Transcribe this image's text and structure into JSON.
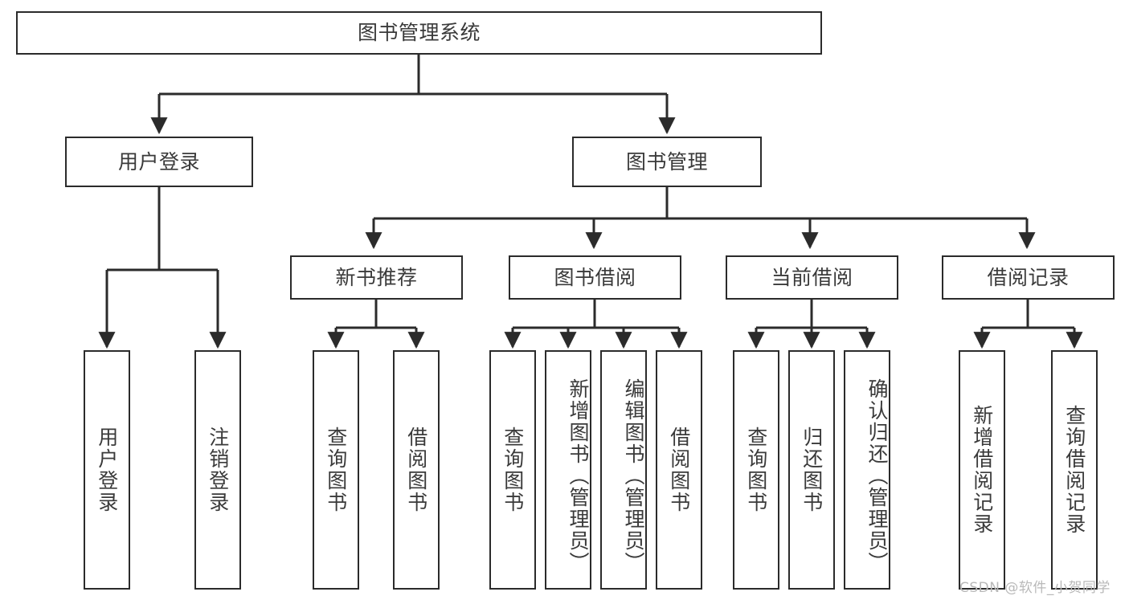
{
  "diagram": {
    "title": "图书管理系统",
    "type": "tree-hierarchy-chart",
    "orientation": "top-down",
    "watermark": "CSDN @软件_小贺同学",
    "colors": {
      "border": "#2b2b2b",
      "text": "#3a3a3a",
      "background": "#ffffff",
      "connector": "#2b2b2b",
      "watermark": "#b9b9b9"
    }
  },
  "nodes": {
    "root": {
      "label": "图书管理系统"
    },
    "level1": [
      {
        "id": "user-login",
        "label": "用户登录"
      },
      {
        "id": "book-manage",
        "label": "图书管理"
      }
    ],
    "level2": [
      {
        "id": "new-book-rec",
        "label": "新书推荐"
      },
      {
        "id": "book-borrow",
        "label": "图书借阅"
      },
      {
        "id": "current-borrow",
        "label": "当前借阅"
      },
      {
        "id": "borrow-record",
        "label": "借阅记录"
      }
    ],
    "leaves": {
      "user-login": [
        {
          "id": "leaf-user-login",
          "label": "用户登录"
        },
        {
          "id": "leaf-logout",
          "label": "注销登录"
        }
      ],
      "new-book-rec": [
        {
          "id": "leaf-query-book-1",
          "label": "查询图书"
        },
        {
          "id": "leaf-borrow-book-1",
          "label": "借阅图书"
        }
      ],
      "book-borrow": [
        {
          "id": "leaf-query-book-2",
          "label": "查询图书"
        },
        {
          "id": "leaf-add-book",
          "label": "新增图书（管理员）"
        },
        {
          "id": "leaf-edit-book",
          "label": "编辑图书（管理员）"
        },
        {
          "id": "leaf-borrow-book-2",
          "label": "借阅图书"
        }
      ],
      "current-borrow": [
        {
          "id": "leaf-query-book-3",
          "label": "查询图书"
        },
        {
          "id": "leaf-return-book",
          "label": "归还图书"
        },
        {
          "id": "leaf-confirm-return",
          "label": "确认归还（管理员）"
        }
      ],
      "borrow-record": [
        {
          "id": "leaf-add-record",
          "label": "新增借阅记录"
        },
        {
          "id": "leaf-query-record",
          "label": "查询借阅记录"
        }
      ]
    }
  }
}
